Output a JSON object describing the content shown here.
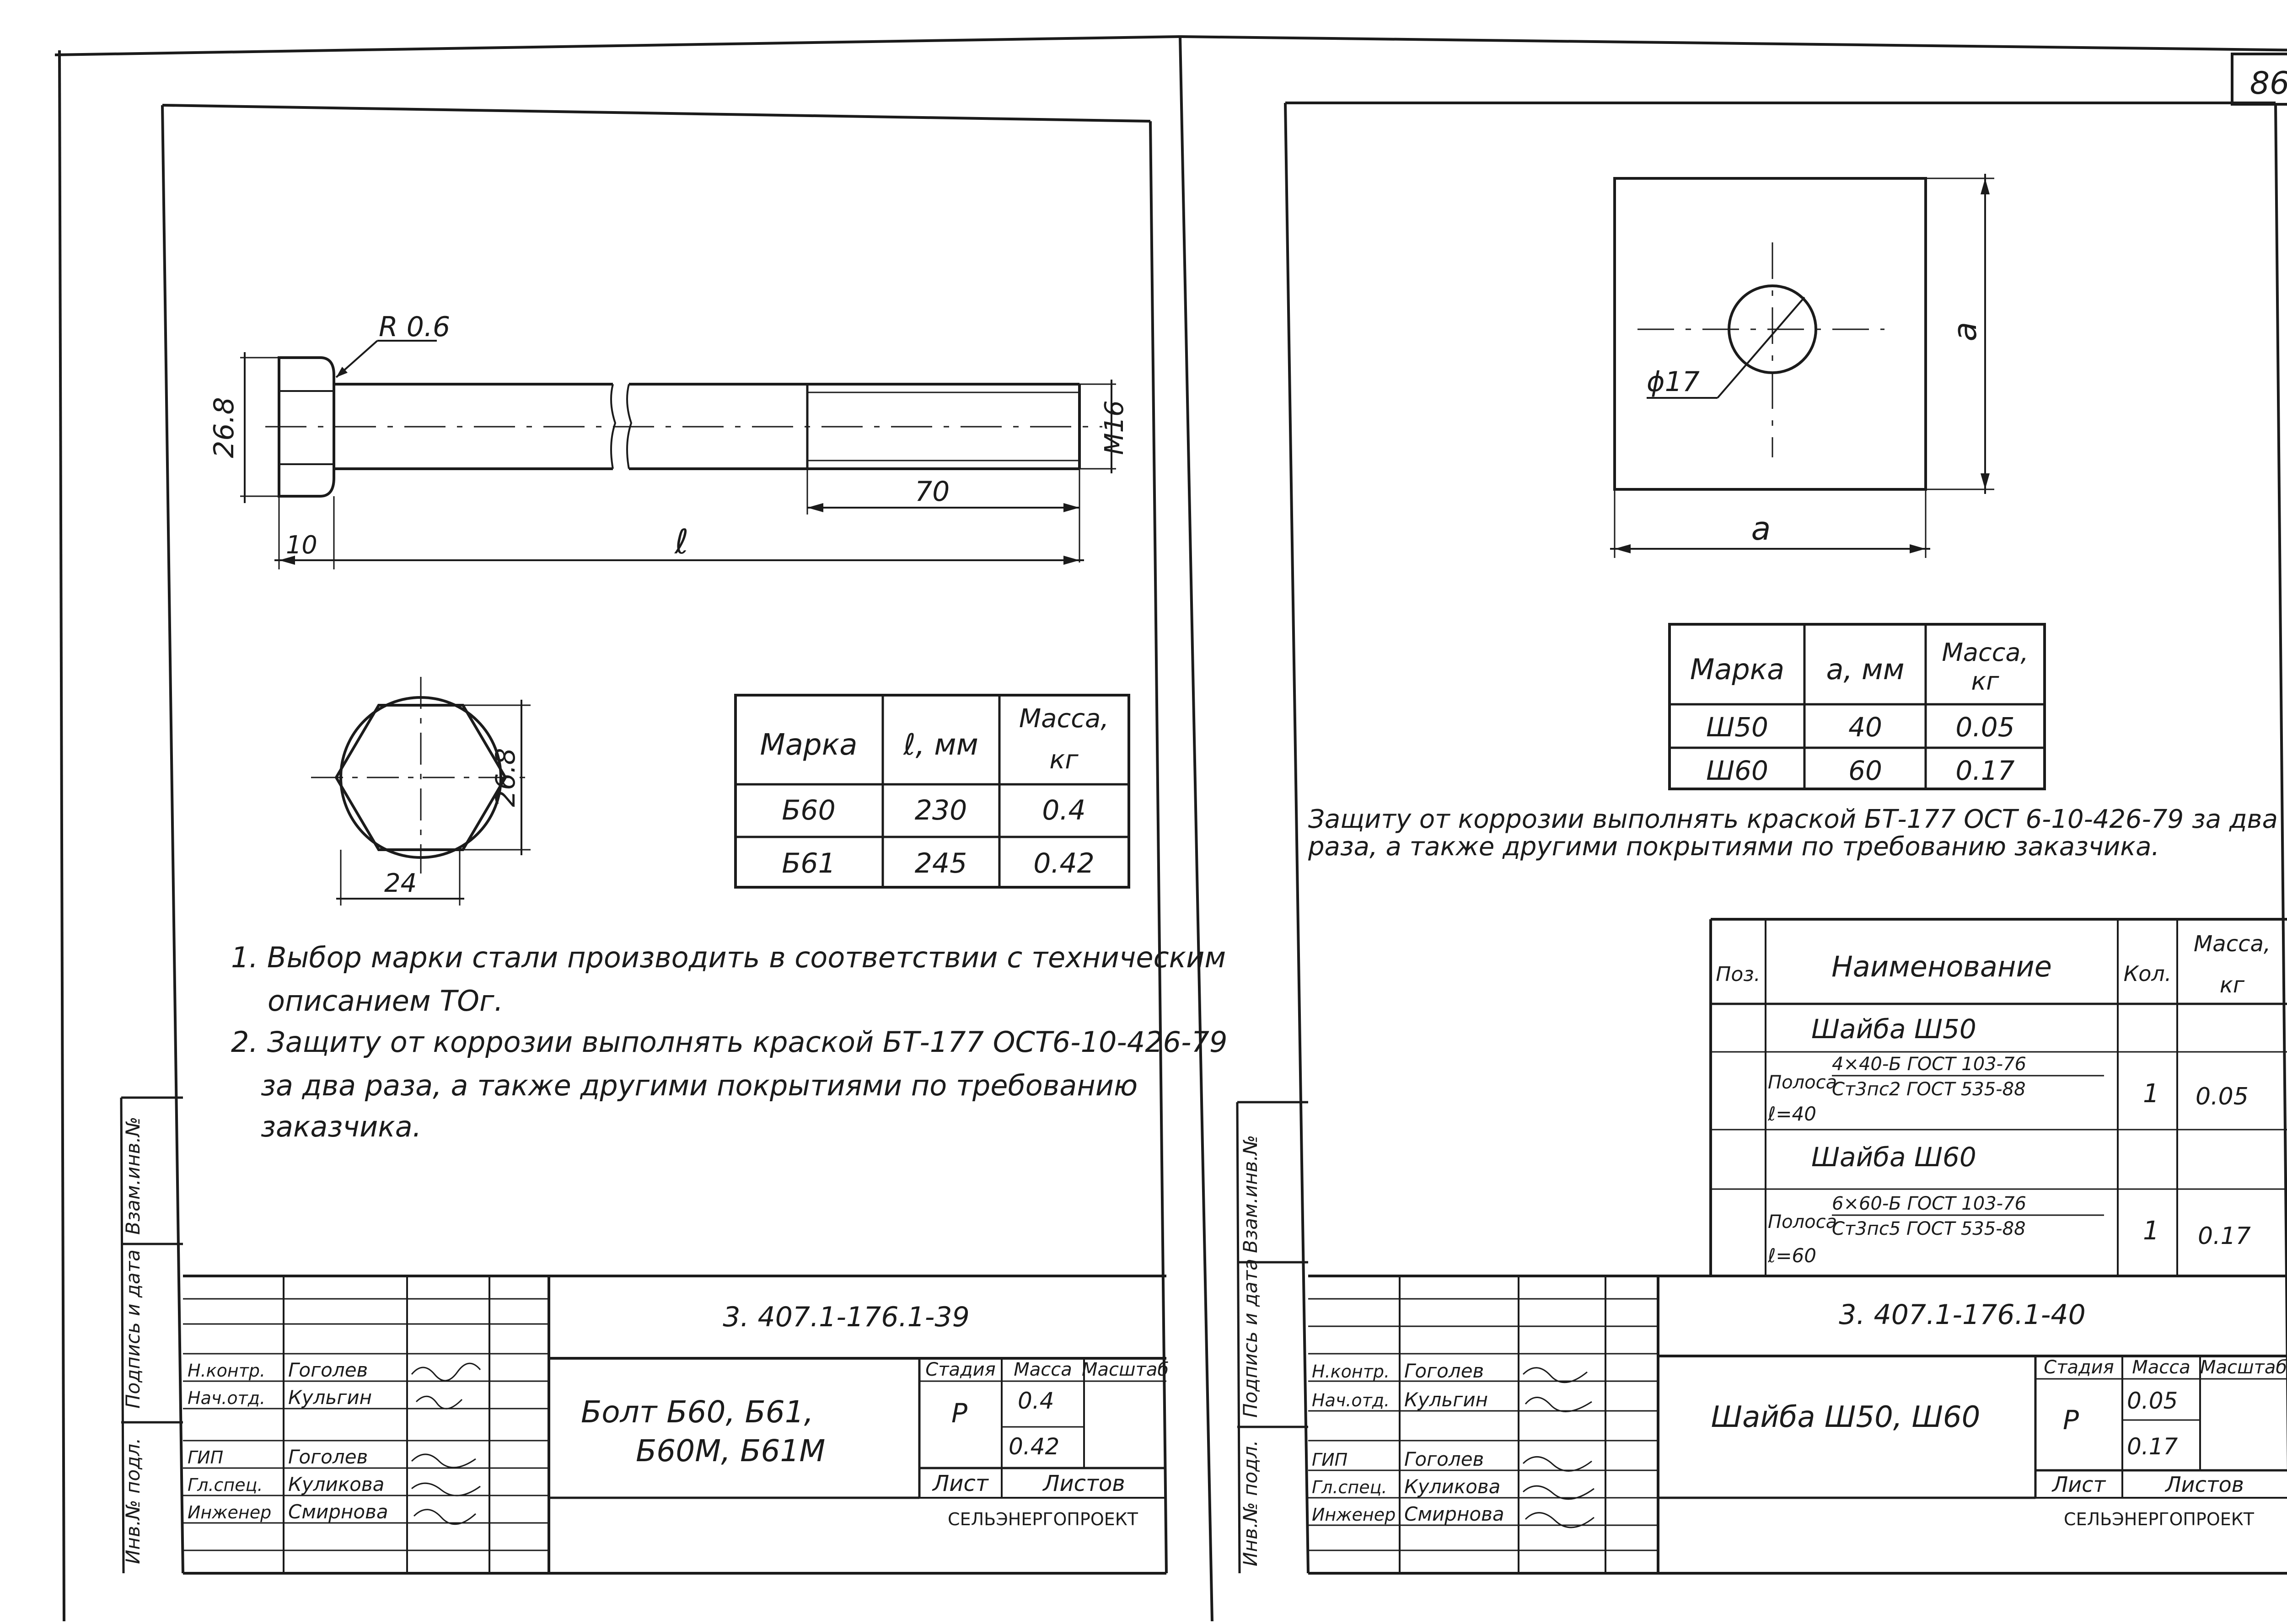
{
  "page_number": "86",
  "left_sheet": {
    "bolt_dims": {
      "radius": "R 0.6",
      "head_height": "26.8",
      "thread": "M16",
      "thread_length": "70",
      "head_length": "10",
      "length_symbol": "ℓ"
    },
    "hex_dims": {
      "across_corners": "26.8",
      "across_flats": "24"
    },
    "table": {
      "headers": [
        "Марка",
        "ℓ, мм",
        "Масса,",
        "кг"
      ],
      "rows": [
        [
          "Б60",
          "230",
          "0.4"
        ],
        [
          "Б61",
          "245",
          "0.42"
        ]
      ]
    },
    "notes": [
      "1. Выбор марки стали производить в соответствии с техническим",
      "описанием ТОг.",
      "2. Защиту от коррозии выполнять краской БТ-177 ОСТ6-10-426-79",
      "за два раза, а также другими покрытиями по требованию",
      "заказчика."
    ],
    "side_labels": [
      "Взам.инв.№",
      "Подпись и дата",
      "Инв.№ подл."
    ],
    "title_block": {
      "doc_code": "3. 407.1-176.1-39",
      "roles": [
        "Н.контр.",
        "Нач.отд.",
        "ГИП",
        "Гл.спец.",
        "Инженер"
      ],
      "names": [
        "Гоголев",
        "Кульгин",
        "Гоголев",
        "Куликова",
        "Смирнова"
      ],
      "title_line1": "Болт Б60, Б61,",
      "title_line2": "Б60М, Б61М",
      "stage_label": "Стадия",
      "mass_label": "Масса",
      "scale_label": "Масштаб",
      "stage": "Р",
      "mass1": "0.4",
      "mass2": "0.42",
      "sheet_label": "Лист",
      "sheets_label": "Листов",
      "org": "СЕЛЬЭНЕРГОПРОЕКТ"
    }
  },
  "right_sheet": {
    "washer_dims": {
      "hole": "ϕ17",
      "side_h": "a",
      "side_v": "a"
    },
    "table": {
      "headers": [
        "Марка",
        "a, мм",
        "Масса,",
        "кг"
      ],
      "rows": [
        [
          "Ш50",
          "40",
          "0.05"
        ],
        [
          "Ш60",
          "60",
          "0.17"
        ]
      ]
    },
    "note_line1": "Защиту от коррозии выполнять краской БТ-177 ОСТ 6-10-426-79 за два",
    "note_line2": "раза, а также другими покрытиями по требованию  заказчика.",
    "spec": {
      "h_pos": "Поз.",
      "h_name": "Наименование",
      "h_qty": "Кол.",
      "h_mass1": "Масса,",
      "h_mass2": "кг",
      "group1": "Шайба Ш50",
      "item1_prefix": "Полоса",
      "item1_top": "4×40-Б ГОСТ 103-76",
      "item1_bot": "Ст3пс2 ГОСТ 535-88",
      "item1_len": "ℓ=40",
      "item1_qty": "1",
      "item1_mass": "0.05",
      "group2": "Шайба Ш60",
      "item2_prefix": "Полоса",
      "item2_top": "6×60-Б ГОСТ 103-76",
      "item2_bot": "Ст3пс5 ГОСТ 535-88",
      "item2_len": "ℓ=60",
      "item2_qty": "1",
      "item2_mass": "0.17"
    },
    "side_labels": [
      "Взам.инв.№",
      "Подпись и дата",
      "Инв.№ подл."
    ],
    "title_block": {
      "doc_code": "3. 407.1-176.1-40",
      "roles": [
        "Н.контр.",
        "Нач.отд.",
        "ГИП",
        "Гл.спец.",
        "Инженер"
      ],
      "names": [
        "Гоголев",
        "Кульгин",
        "Гоголев",
        "Куликова",
        "Смирнова"
      ],
      "title": "Шайба Ш50, Ш60",
      "stage_label": "Стадия",
      "mass_label": "Масса",
      "scale_label": "Масштаб",
      "stage": "Р",
      "mass1": "0.05",
      "mass2": "0.17",
      "sheet_label": "Лист",
      "sheets_label": "Листов",
      "org": "СЕЛЬЭНЕРГОПРОЕКТ"
    }
  }
}
